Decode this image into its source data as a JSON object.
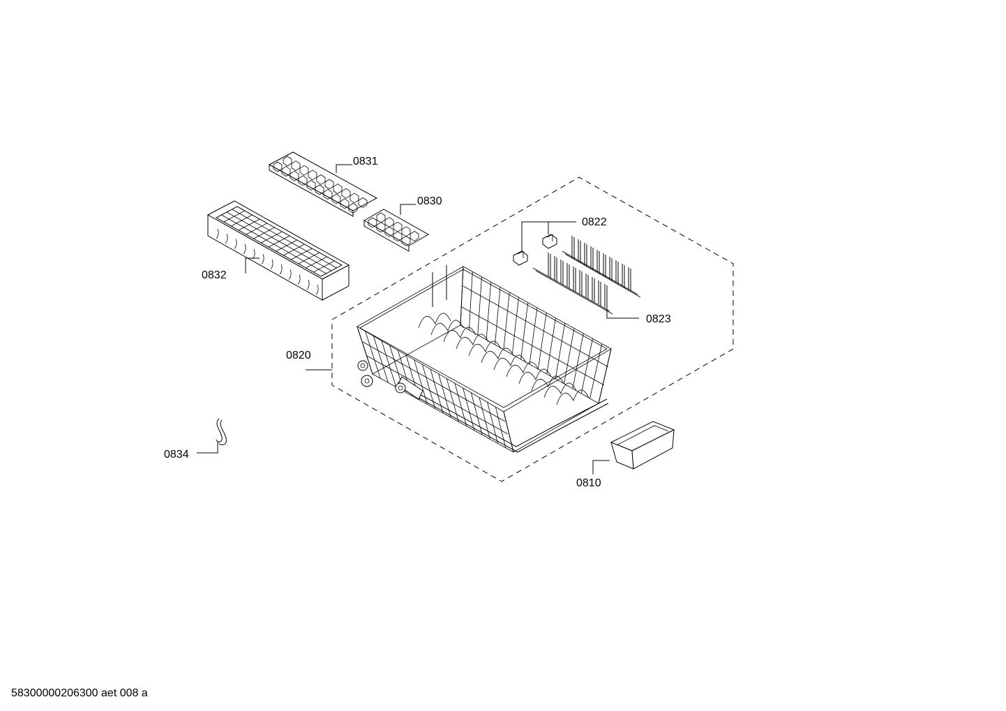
{
  "parts": {
    "p0831": "0831",
    "p0830": "0830",
    "p0832": "0832",
    "p0822": "0822",
    "p0823": "0823",
    "p0820": "0820",
    "p0834": "0834",
    "p0810": "0810"
  },
  "footer": {
    "drawing_id": "58300000206300 aet 008 a"
  }
}
